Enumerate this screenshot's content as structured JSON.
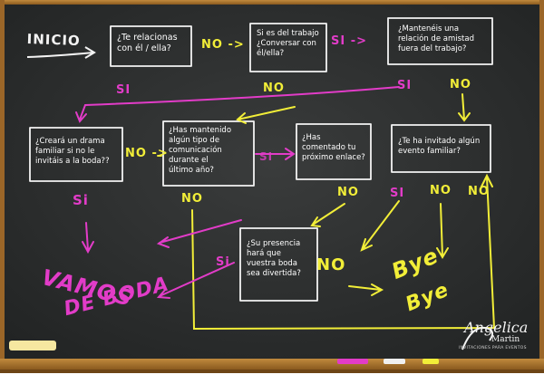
{
  "start_label": "INICIO",
  "nodes": {
    "q1": [
      "¿Te relacionas",
      "con él / ella?"
    ],
    "q2": [
      "Si es del trabajo",
      "¿Conversar con",
      "él/ella?"
    ],
    "q3": [
      "¿Mantenéis una",
      "relación de amistad",
      "fuera del trabajo?"
    ],
    "q4": [
      "¿Creará un drama",
      "familiar si no le",
      "invitáis a la boda??"
    ],
    "q5": [
      "¿Has mantenido",
      "algún tipo de",
      "comunicación",
      "durante el",
      "último año?"
    ],
    "q6": [
      "¿Has",
      "comentado tu",
      "próximo enlace?"
    ],
    "q7": [
      "¿Te ha invitado algún",
      "evento familiar?"
    ],
    "q8": [
      "¿Su presencia",
      "hará que",
      "vuestra boda",
      "sea divertida?"
    ]
  },
  "edge_labels": {
    "no1": "NO ->",
    "si1": "SI ->",
    "si2": "SI",
    "no2": "NO",
    "si3": "SI",
    "no3": "NO",
    "no4": "NO ->",
    "si4": "Si",
    "no5": "NO",
    "no6": "NO",
    "si5": "SI",
    "no7": "NO",
    "no8": "NO",
    "si6": "SI",
    "si7": "Si",
    "no9": "NO"
  },
  "outcomes": {
    "vamos_line1": "VAMOS",
    "vamos_line2": "DE BODA",
    "bye_line1": "Bye",
    "bye_line2": "Bye"
  },
  "logo": {
    "name": "Angelica",
    "name2": "Martin",
    "tagline": "INVITACIONES PARA EVENTOS"
  },
  "colors": {
    "board": "#2d2f2f",
    "frame": "#a8702a",
    "yellow_chalk": "#f2ee38",
    "pink_chalk": "#e23cc8",
    "white_chalk": "#f3f3f3"
  }
}
